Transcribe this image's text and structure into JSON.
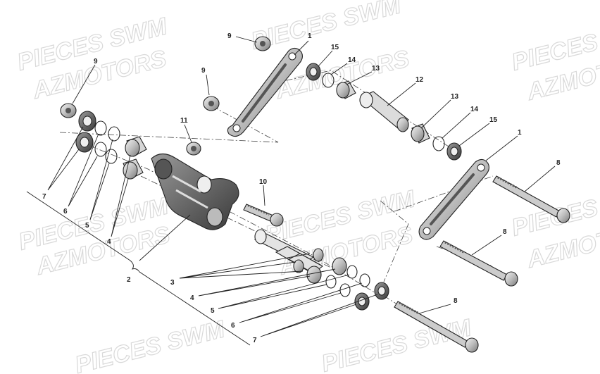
{
  "watermarks": [
    {
      "line1": "PIECES SWM",
      "line2": "AZMOTORS"
    }
  ],
  "labels": {
    "p1a": "1",
    "p1b": "1",
    "p2": "2",
    "p3": "3",
    "p4a": "4",
    "p4b": "4",
    "p5a": "5",
    "p5b": "5",
    "p6a": "6",
    "p6b": "6",
    "p7a": "7",
    "p7b": "7",
    "p8a": "8",
    "p8b": "8",
    "p8c": "8",
    "p9a": "9",
    "p9b": "9",
    "p9c": "9",
    "p10": "10",
    "p11": "11",
    "p12": "12",
    "p13a": "13",
    "p13b": "13",
    "p14a": "14",
    "p14b": "14",
    "p15a": "15",
    "p15b": "15"
  }
}
